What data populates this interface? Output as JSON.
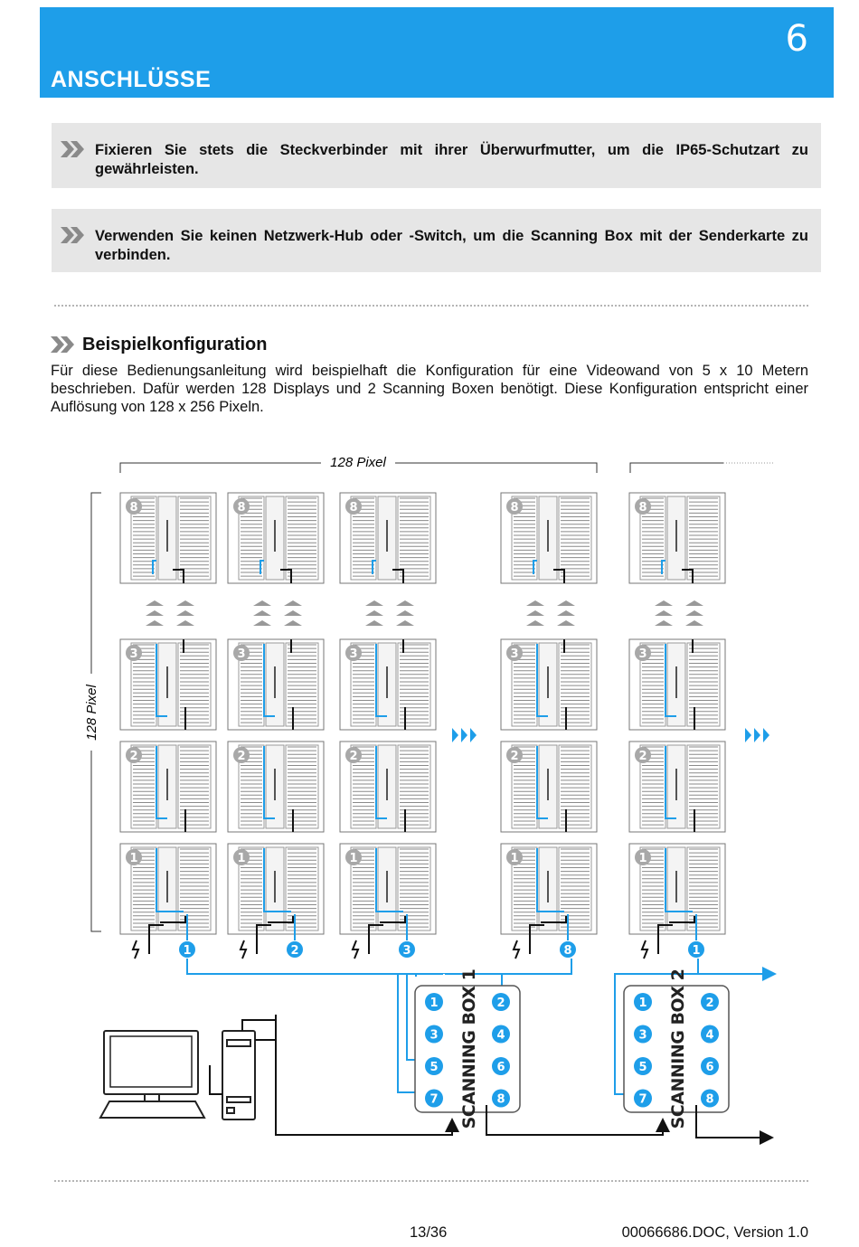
{
  "header": {
    "title": "ANSCHLÜSSE",
    "chapter": "6"
  },
  "notes": [
    "Fixieren Sie stets die Steckverbinder mit ihrer Überwurfmutter, um die IP65-Schutzart zu gewährleisten.",
    "Verwenden Sie keinen Netzwerk-Hub oder -Switch, um die Scanning Box mit der Senderkarte zu verbinden."
  ],
  "section": {
    "title": "Beispielkonfiguration",
    "intro": "Für diese Bedienungsanleitung wird beispielhaft die Konfiguration für eine Videowand von 5 x 10 Metern beschrieben. Dafür werden 128 Displays und 2 Scanning Boxen benötigt. Diese Konfiguration entspricht einer Auflösung von 128 x 256 Pixeln."
  },
  "diagram": {
    "width_label": "128 Pixel",
    "height_label": "128 Pixel",
    "column_port_badges": [
      "1",
      "2",
      "3",
      "8",
      "1"
    ],
    "row_badges": [
      "8",
      "3",
      "2",
      "1"
    ],
    "boxes": [
      {
        "label": "SCANNING BOX 1",
        "ports": [
          "1",
          "2",
          "3",
          "4",
          "5",
          "6",
          "7",
          "8"
        ]
      },
      {
        "label": "SCANNING BOX 2",
        "ports": [
          "1",
          "2",
          "3",
          "4",
          "5",
          "6",
          "7",
          "8"
        ]
      }
    ],
    "colors": {
      "accent": "#1e9ee9",
      "line_black": "#111111",
      "panel": "#9a9a9a",
      "badge_grey": "#a8a8a8"
    }
  },
  "footer": {
    "page": "13/36",
    "doc": "00066686.DOC, Version 1.0"
  }
}
